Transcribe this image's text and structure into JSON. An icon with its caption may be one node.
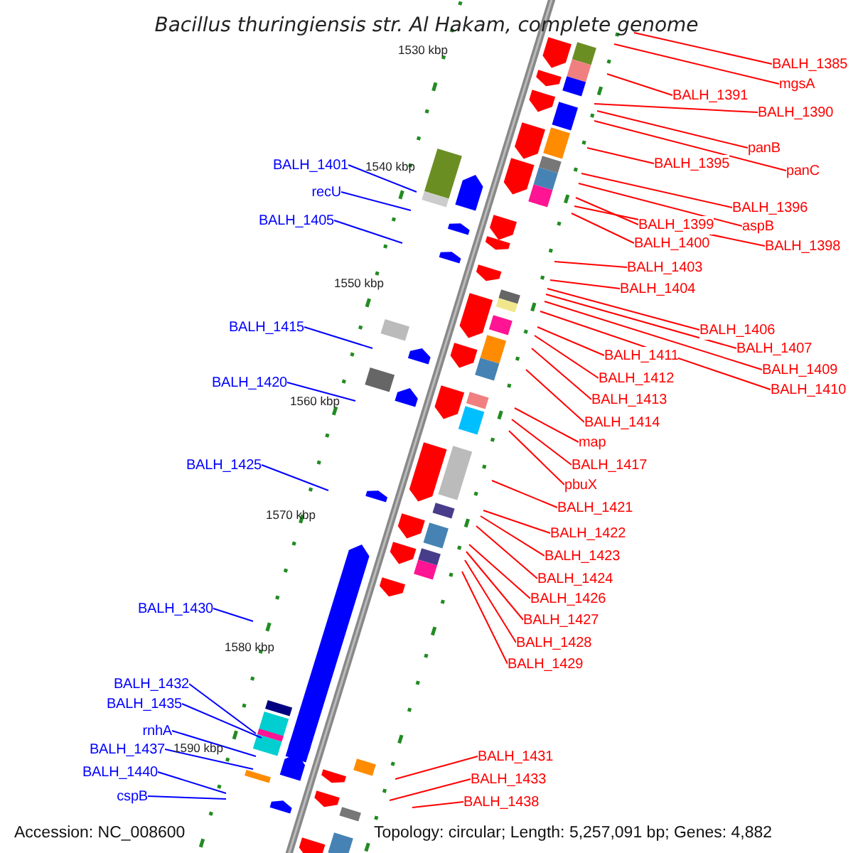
{
  "diagram": {
    "title": "Bacillus thuringiensis str. Al Hakam, complete genome",
    "nodes": [
      {
        "text": [
          "BALH_1385"
        ]
      },
      {
        "text": [
          "mgsA"
        ]
      },
      {
        "text": [
          "BALH_1391"
        ]
      },
      {
        "text": [
          "BALH_1390"
        ]
      },
      {
        "text": [
          "panB"
        ]
      },
      {
        "text": [
          "BALH_1401"
        ]
      },
      {
        "text": [
          "BALH_1395"
        ]
      },
      {
        "text": [
          "panC"
        ]
      },
      {
        "text": [
          "recU"
        ]
      },
      {
        "text": [
          "BALH_1396"
        ]
      },
      {
        "text": [
          "BALH_1405"
        ]
      },
      {
        "text": [
          "BALH_1399"
        ]
      },
      {
        "text": [
          "aspB"
        ]
      },
      {
        "text": [
          "BALH_1400"
        ]
      },
      {
        "text": [
          "BALH_1398"
        ]
      },
      {
        "text": [
          "BALH_1403"
        ]
      },
      {
        "text": [
          "BALH_1404"
        ]
      },
      {
        "text": [
          "BALH_1415"
        ]
      },
      {
        "text": [
          "BALH_1406"
        ]
      },
      {
        "text": [
          "BALH_1407"
        ]
      },
      {
        "text": [
          "BALH_1411"
        ]
      },
      {
        "text": [
          "BALH_1409"
        ]
      },
      {
        "text": [
          "BALH_1412"
        ]
      },
      {
        "text": [
          "BALH_1420"
        ]
      },
      {
        "text": [
          "BALH_1410"
        ]
      },
      {
        "text": [
          "BALH_1413"
        ]
      },
      {
        "text": [
          "BALH_1414"
        ]
      },
      {
        "text": [
          "map"
        ]
      },
      {
        "text": [
          "BALH_1425"
        ]
      },
      {
        "text": [
          "BALH_1417"
        ]
      },
      {
        "text": [
          "pbuX"
        ]
      },
      {
        "text": [
          "BALH_1421"
        ]
      },
      {
        "text": [
          "BALH_1422"
        ]
      },
      {
        "text": [
          "BALH_1423"
        ]
      },
      {
        "text": [
          "BALH_1424"
        ]
      },
      {
        "text": [
          "BALH_1426"
        ]
      },
      {
        "text": [
          "BALH_1430"
        ]
      },
      {
        "text": [
          "BALH_1427"
        ]
      },
      {
        "text": [
          "BALH_1428"
        ]
      },
      {
        "text": [
          "BALH_1429"
        ]
      },
      {
        "text": [
          "BALH_1432"
        ]
      },
      {
        "text": [
          "BALH_1435"
        ]
      },
      {
        "text": [
          "rnhA"
        ]
      },
      {
        "text": [
          "BALH_1437"
        ]
      },
      {
        "text": [
          "BALH_1431"
        ]
      },
      {
        "text": [
          "BALH_1440"
        ]
      },
      {
        "text": [
          "BALH_1433"
        ]
      },
      {
        "text": [
          "cspB"
        ]
      },
      {
        "text": [
          "BALH_1438"
        ]
      }
    ],
    "edges": [
      {
        "from": 0,
        "to": null,
        "arrow": "none"
      },
      {
        "from": 1,
        "to": null,
        "arrow": "none"
      },
      {
        "from": 2,
        "to": null,
        "arrow": "none"
      },
      {
        "from": 3,
        "to": null,
        "arrow": "none"
      },
      {
        "from": 4,
        "to": null,
        "arrow": "none"
      },
      {
        "from": 5,
        "to": null,
        "arrow": "none",
        "color": "#0000ff"
      },
      {
        "from": 6,
        "to": null,
        "arrow": "none"
      },
      {
        "from": 7,
        "to": null,
        "arrow": "none"
      },
      {
        "from": 8,
        "to": null,
        "arrow": "none",
        "color": "#0000ff"
      },
      {
        "from": 9,
        "to": null,
        "arrow": "none"
      },
      {
        "from": 10,
        "to": null,
        "arrow": "none",
        "color": "#0000ff"
      },
      {
        "from": 11,
        "to": null,
        "arrow": "none"
      },
      {
        "from": 12,
        "to": null,
        "arrow": "none"
      },
      {
        "from": 13,
        "to": null,
        "arrow": "none"
      },
      {
        "from": 14,
        "to": null,
        "arrow": "none"
      },
      {
        "from": 15,
        "to": null,
        "arrow": "none"
      },
      {
        "from": 16,
        "to": null,
        "arrow": "none"
      },
      {
        "from": 17,
        "to": null,
        "arrow": "none",
        "color": "#0000ff"
      },
      {
        "from": 18,
        "to": null,
        "arrow": "none"
      },
      {
        "from": 19,
        "to": null,
        "arrow": "none"
      },
      {
        "from": 20,
        "to": null,
        "arrow": "none"
      },
      {
        "from": 21,
        "to": null,
        "arrow": "none"
      },
      {
        "from": 22,
        "to": null,
        "arrow": "none"
      },
      {
        "from": 23,
        "to": null,
        "arrow": "none",
        "color": "#0000ff"
      },
      {
        "from": 24,
        "to": null,
        "arrow": "none"
      },
      {
        "from": 25,
        "to": null,
        "arrow": "none"
      },
      {
        "from": 26,
        "to": null,
        "arrow": "none"
      },
      {
        "from": 27,
        "to": null,
        "arrow": "none"
      },
      {
        "from": 28,
        "to": null,
        "arrow": "none",
        "color": "#0000ff"
      },
      {
        "from": 29,
        "to": null,
        "arrow": "none"
      },
      {
        "from": 30,
        "to": null,
        "arrow": "none"
      },
      {
        "from": 31,
        "to": null,
        "arrow": "none"
      },
      {
        "from": 32,
        "to": null,
        "arrow": "none"
      },
      {
        "from": 33,
        "to": null,
        "arrow": "none"
      },
      {
        "from": 34,
        "to": null,
        "arrow": "none"
      },
      {
        "from": 35,
        "to": null,
        "arrow": "none"
      },
      {
        "from": 36,
        "to": null,
        "arrow": "none",
        "color": "#0000ff"
      },
      {
        "from": 37,
        "to": null,
        "arrow": "none"
      },
      {
        "from": 38,
        "to": null,
        "arrow": "none"
      },
      {
        "from": 39,
        "to": null,
        "arrow": "none"
      },
      {
        "from": 40,
        "to": null,
        "arrow": "none",
        "color": "#0000ff"
      },
      {
        "from": 41,
        "to": null,
        "arrow": "none",
        "color": "#0000ff"
      },
      {
        "from": 42,
        "to": null,
        "arrow": "none",
        "color": "#0000ff"
      },
      {
        "from": 43,
        "to": null,
        "arrow": "none",
        "color": "#0000ff"
      },
      {
        "from": 44,
        "to": null,
        "arrow": "none"
      },
      {
        "from": 45,
        "to": null,
        "arrow": "none",
        "color": "#0000ff"
      },
      {
        "from": 46,
        "to": null,
        "arrow": "none"
      },
      {
        "from": 47,
        "to": null,
        "arrow": "none",
        "color": "#0000ff"
      },
      {
        "from": 48,
        "to": null,
        "arrow": "none"
      }
    ],
    "labels": [
      "1530 kbp",
      "1540 kbp",
      "1550 kbp",
      "1560 kbp",
      "1570 kbp",
      "1580 kbp",
      "1590 kbp",
      "Accession: NC_008600",
      "Topology: circular; Length: 5,257,091 bp; Genes: 4,882"
    ]
  }
}
